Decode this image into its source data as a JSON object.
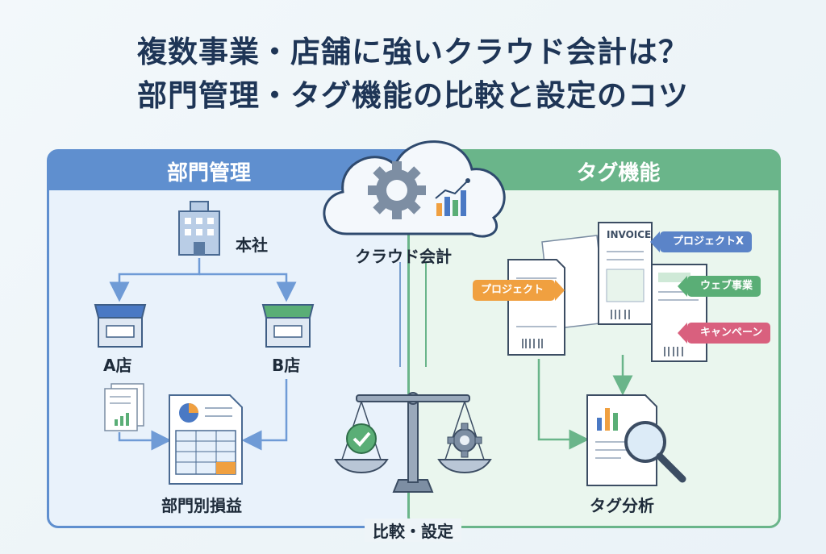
{
  "title": {
    "line1": "複数事業・店舗に強いクラウド会計は？",
    "line2": "部門管理・タグ機能の比較と設定のコツ"
  },
  "left_panel": {
    "header": "部門管理",
    "headquarters": "本社",
    "store_a": "A店",
    "store_b": "B店",
    "report": "部門別損益"
  },
  "center": {
    "cloud_label": "クラウド会計",
    "compare_label": "比較・設定"
  },
  "right_panel": {
    "header": "タグ機能",
    "invoice_title": "INVOICE",
    "tags": [
      {
        "label": "プロジェクトX",
        "color": "#5b84c8"
      },
      {
        "label": "プロジェクト",
        "color": "#f0a040"
      },
      {
        "label": "ウェブ事業",
        "color": "#5aae76"
      },
      {
        "label": "キャンペーン",
        "color": "#d9607e"
      }
    ],
    "analysis": "タグ分析"
  },
  "colors": {
    "dept_blue": "#5f8fcf",
    "tag_green": "#6ab58a",
    "title_navy": "#1e3556"
  }
}
